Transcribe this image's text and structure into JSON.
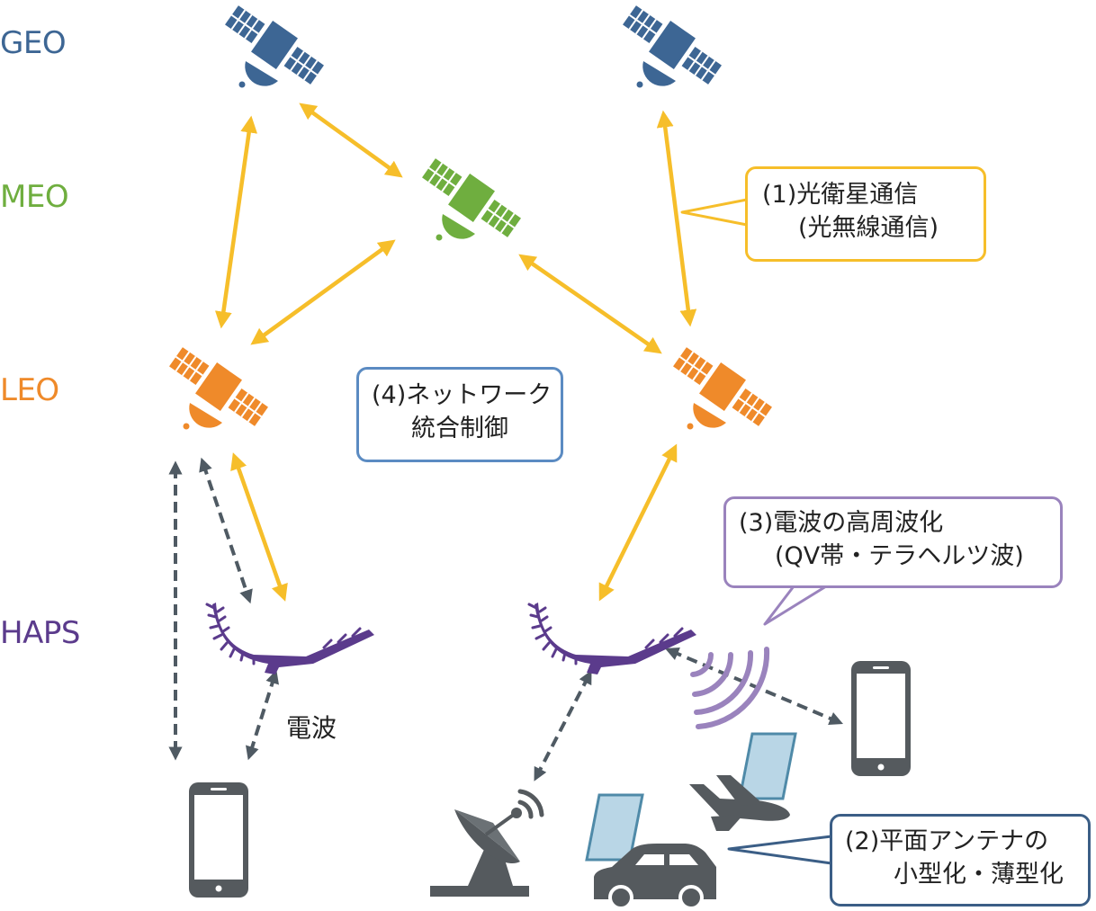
{
  "orbits": {
    "geo": "GEO",
    "meo": "MEO",
    "leo": "LEO",
    "haps": "HAPS"
  },
  "callouts": {
    "optical": {
      "line1": "(1)光衛星通信",
      "line2": "(光無線通信)"
    },
    "antenna": {
      "line1": "(2)平面アンテナの",
      "line2": "小型化・薄型化"
    },
    "radio": {
      "line1": "(3)電波の高周波化",
      "line2": "(QV帯・テラヘルツ波)"
    },
    "network": {
      "line1": "(4)ネットワーク",
      "line2": "統合制御"
    }
  },
  "labels": {
    "radio_wave": "電波"
  },
  "colors": {
    "geo": "#3d6694",
    "meo": "#6fae3f",
    "leo": "#ef8a2a",
    "haps": "#5b3b8c",
    "optical_link": "#f6be2a",
    "radio_link": "#4f5a63",
    "radio_callout_border": "#9a83bd",
    "network_callout_border": "#5b8bc2",
    "antenna_callout_border": "#3b5e86",
    "device": "#555a5e",
    "panel": "#b9d6e6"
  },
  "icons": {
    "satellite": "satellite-icon",
    "haps": "haps-aircraft-icon",
    "phone": "smartphone-icon",
    "dish": "ground-station-dish-icon",
    "car": "car-icon",
    "airplane": "airplane-icon",
    "panel": "flat-antenna-icon",
    "waves": "radio-waves-icon"
  }
}
